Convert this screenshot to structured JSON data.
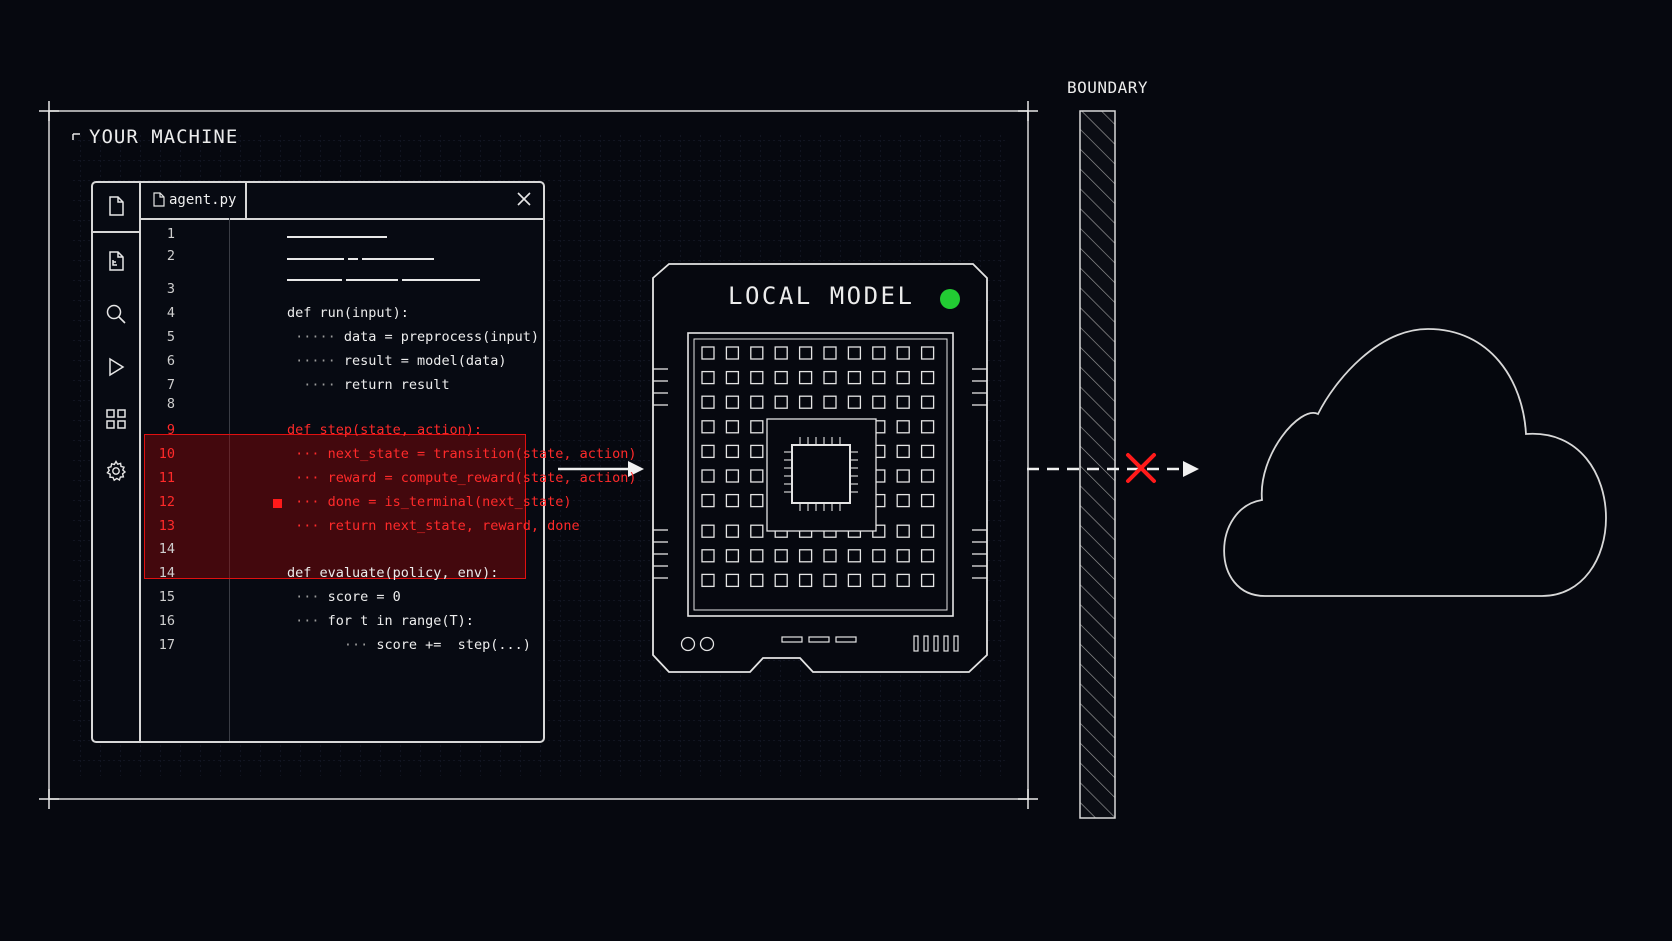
{
  "machine": {
    "title": "YOUR MACHINE"
  },
  "boundary": {
    "title": "BOUNDARY"
  },
  "editor": {
    "tab_label": "agent.py",
    "lines": [
      {
        "n": "1",
        "dots": "",
        "text": "",
        "placeholder": true
      },
      {
        "n": "2",
        "dots": "",
        "text": "",
        "placeholder": true
      },
      {
        "n": "3",
        "dots": "",
        "text": ""
      },
      {
        "n": "4",
        "dots": "",
        "text": "def run(input):"
      },
      {
        "n": "5",
        "dots": "····· ",
        "text": "data = preprocess(input)"
      },
      {
        "n": "6",
        "dots": "····· ",
        "text": "result = model(data)"
      },
      {
        "n": "7",
        "dots": " ···· ",
        "text": "return result"
      },
      {
        "n": "8",
        "dots": "",
        "text": ""
      },
      {
        "n": "9",
        "dots": "",
        "text": "def step(state, action):",
        "highlight": true
      },
      {
        "n": "10",
        "dots": "··· ",
        "text": "next_state = transition(state, action)",
        "highlight": true
      },
      {
        "n": "11",
        "dots": "··· ",
        "text": "reward = compute_reward(state, action)",
        "highlight": true
      },
      {
        "n": "12",
        "dots": "··· ",
        "text": "done = is_terminal(next_state)",
        "highlight": true,
        "breakpoint": true
      },
      {
        "n": "13",
        "dots": "··· ",
        "text": "return next_state, reward, done",
        "highlight": true
      },
      {
        "n": "14",
        "dots": "",
        "text": ""
      },
      {
        "n": "14",
        "dots": "",
        "text": "def evaluate(policy, env):"
      },
      {
        "n": "15",
        "dots": "··· ",
        "text": "score = 0"
      },
      {
        "n": "16",
        "dots": "··· ",
        "text": "for t in range(T):"
      },
      {
        "n": "17",
        "dots": "      ··· ",
        "text": "score +=  step(...)"
      }
    ]
  },
  "model": {
    "title": "LOCAL MODEL",
    "status_color": "#22cc33"
  },
  "colors": {
    "accent_red": "#ff2a2a",
    "line": "#e8e8e8",
    "background": "#06080f"
  }
}
